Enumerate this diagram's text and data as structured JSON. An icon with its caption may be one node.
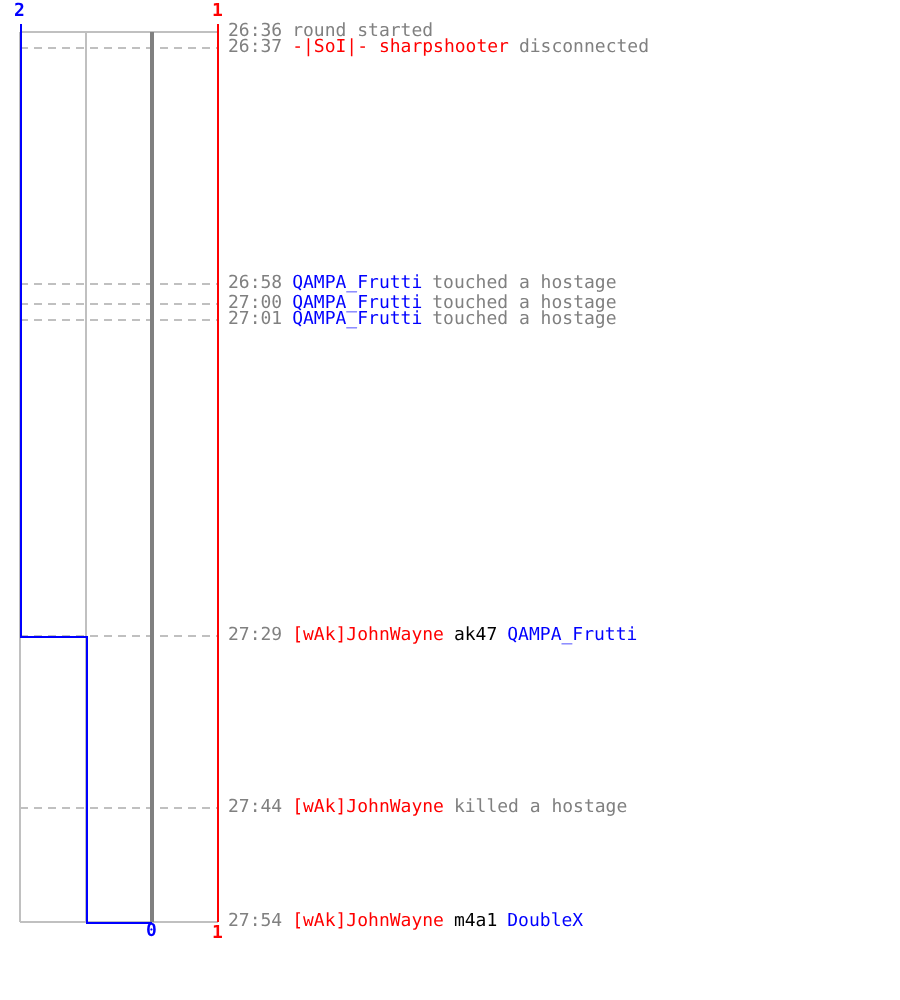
{
  "diagram": {
    "labels": [
      "2",
      "1",
      "26:36",
      "round started",
      "26:37",
      "-|SoI|- sharpshooter",
      "disconnected",
      "26:58",
      "QAMPA_Frutti",
      "touched a hostage",
      "27:00",
      "QAMPA_Frutti",
      "touched a hostage",
      "27:01",
      "QAMPA_Frutti",
      "touched a hostage",
      "27:29",
      "[wAk]JohnWayne",
      "ak47",
      "QAMPA_Frutti",
      "27:44",
      "[wAk]JohnWayne",
      "killed a hostage",
      "27:54",
      "[wAk]JohnWayne",
      "m4a1",
      "DoubleX",
      "0",
      "1"
    ]
  }
}
